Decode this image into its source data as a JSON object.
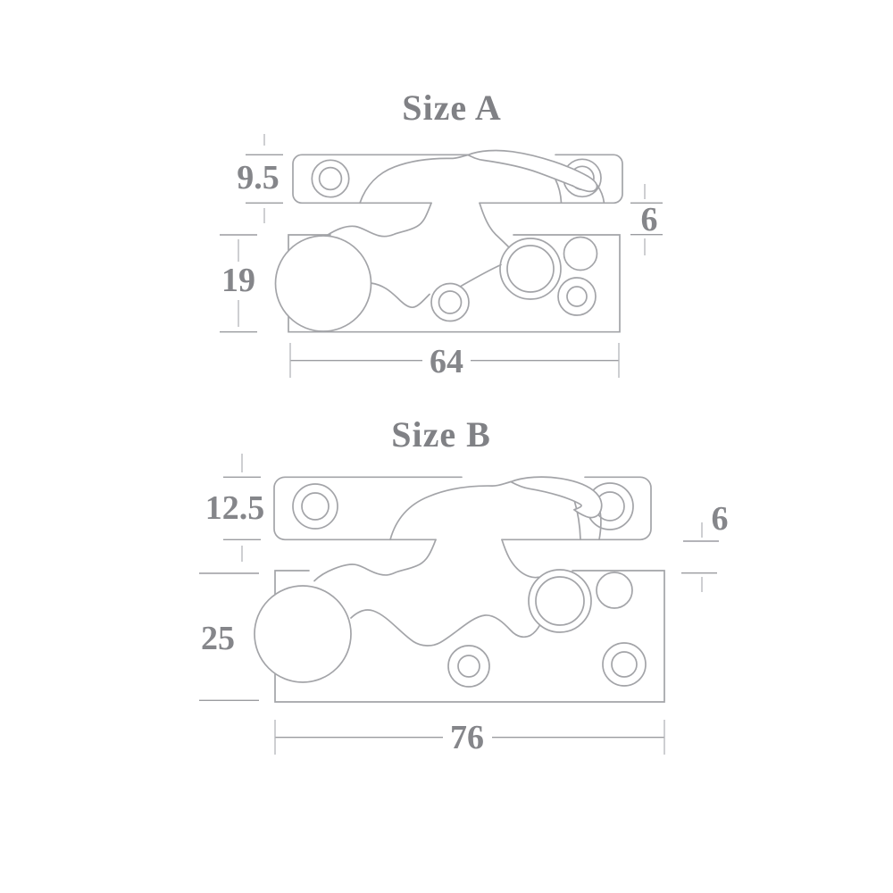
{
  "page": {
    "background": "#ffffff",
    "description": "Technical line drawing of a sash window fastener (keep plate above, fastener body below) shown in two sizes with millimetre dimensions"
  },
  "colors": {
    "drawing_line": "#a3a4a8",
    "dimension_line": "#9b9ca0",
    "extension_line": "#b4b5b9",
    "text": "#85868a"
  },
  "figures": {
    "size_a": {
      "title": "Size A",
      "dims": {
        "keep_height": "9.5",
        "gap": "6",
        "body_height": "19",
        "width": "64"
      }
    },
    "size_b": {
      "title": "Size B",
      "dims": {
        "keep_height": "12.5",
        "gap": "6",
        "body_height": "25",
        "width": "76"
      }
    }
  }
}
